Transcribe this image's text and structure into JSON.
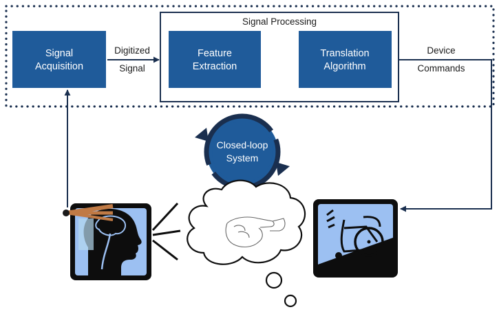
{
  "diagram": {
    "signal_acquisition": {
      "line1": "Signal",
      "line2": "Acquisition"
    },
    "digitized_signal": {
      "line1": "Digitized",
      "line2": "Signal"
    },
    "signal_processing_title": "Signal Processing",
    "feature_extraction": {
      "line1": "Feature",
      "line2": "Extraction"
    },
    "translation_algorithm": {
      "line1": "Translation",
      "line2": "Algorithm"
    },
    "device_commands": {
      "line1": "Device",
      "line2": "Commands"
    },
    "closed_loop": {
      "line1": "Closed-loop",
      "line2": "System"
    }
  },
  "colors": {
    "box_fill": "#1f5b9a",
    "frame_stroke": "#1a2f4f",
    "arrow": "#1a2f4f",
    "icon_background": "#9cc0f2",
    "icon_border": "#0d0d0d",
    "electrode": "#c07a45"
  },
  "icons": {
    "head": "human-head-profile-icon",
    "thought": "thought-bubble-fist-icon",
    "wheelchair": "wheelchair-icon",
    "loop": "circular-arrows-icon"
  }
}
